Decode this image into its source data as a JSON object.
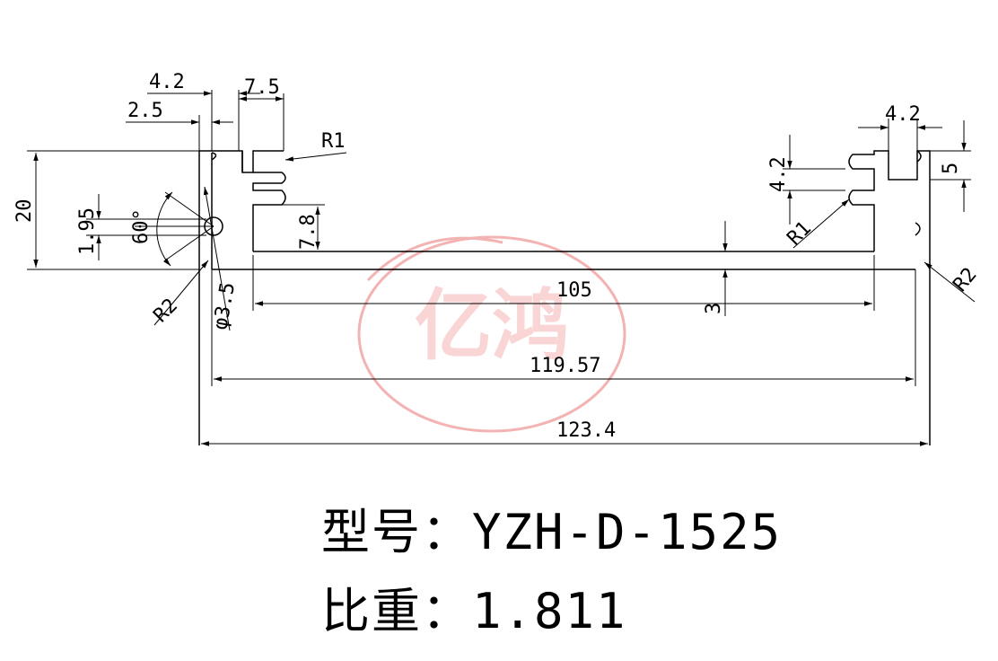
{
  "dimensions": {
    "d_4_2_top_left": "4.2",
    "d_7_5": "7.5",
    "d_2_5": "2.5",
    "d_r1_left": "R1",
    "d_20": "20",
    "d_1_95": "1.95",
    "d_60": "60°",
    "d_7_8": "7.8",
    "d_r2_left": "R2",
    "d_phi_3_5": "φ3.5",
    "d_105": "105",
    "d_3": "3",
    "d_4_2_top_right": "4.2",
    "d_4_2_right_vertical": "4.2",
    "d_5": "5",
    "d_r1_right": "R1",
    "d_r2_right": "R2",
    "d_119_57": "119.57",
    "d_123_4": "123.4"
  },
  "watermark": {
    "text": "亿鸿",
    "color": "#f2a6a6"
  },
  "spec": {
    "model_label": "型号：",
    "model_value": "YZH-D-1525",
    "gravity_label": "比重：",
    "gravity_value": "1.811"
  }
}
